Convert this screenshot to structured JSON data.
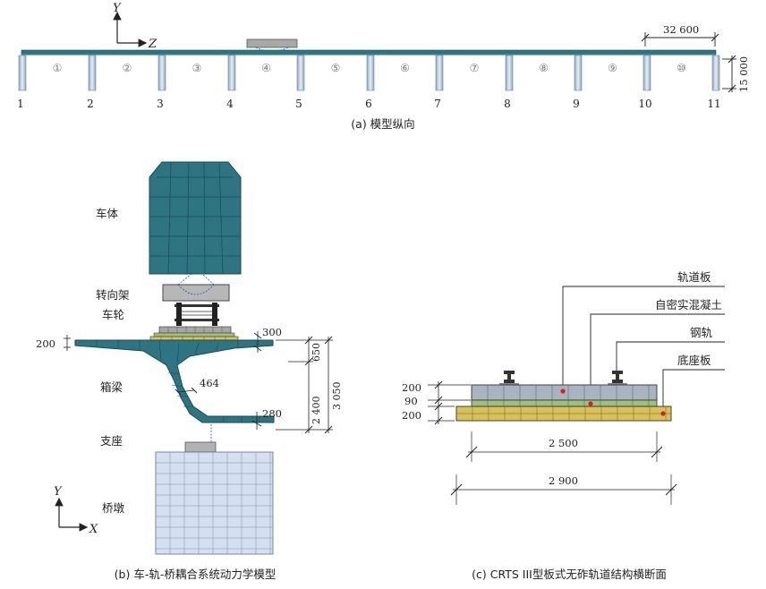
{
  "panel_a": {
    "axis_y": "Y",
    "axis_z": "Z",
    "dim_span": "32 600",
    "dim_height": "15 000",
    "span_labels": [
      "①",
      "②",
      "③",
      "④",
      "⑤",
      "⑥",
      "⑦",
      "⑧",
      "⑨",
      "⑩"
    ],
    "pier_numbers": [
      "1",
      "2",
      "3",
      "4",
      "5",
      "6",
      "7",
      "8",
      "9",
      "10",
      "11"
    ],
    "caption": "(a) 模型纵向"
  },
  "panel_b": {
    "label_body": "车体",
    "label_bogie": "转向架",
    "label_wheel": "车轮",
    "label_girder": "箱梁",
    "label_bearing": "支座",
    "label_pier": "桥墩",
    "dim_200": "200",
    "dim_300": "300",
    "dim_650": "650",
    "dim_464": "464",
    "dim_2400": "2 400",
    "dim_3050": "3 050",
    "dim_280": "280",
    "axis_y": "Y",
    "axis_x": "X",
    "caption": "(b) 车-轨-桥耦合系统动力学模型"
  },
  "panel_c": {
    "label_slab": "轨道板",
    "label_scc": "自密实混凝土",
    "label_rail": "钢轨",
    "label_base": "底座板",
    "dim_200a": "200",
    "dim_90": "90",
    "dim_200b": "200",
    "dim_2500": "2 500",
    "dim_2900": "2 900",
    "caption": "(c) CRTS III型板式无砟轨道结构横断面"
  },
  "colors": {
    "teal": "#2e7482",
    "teal_line": "#184c57",
    "pier": "#b8c7d8",
    "gray": "#9a9a9a",
    "yellow": "#d8c15a",
    "green": "#9fc07a",
    "slab": "#a9b4c0",
    "red": "#d42020"
  }
}
